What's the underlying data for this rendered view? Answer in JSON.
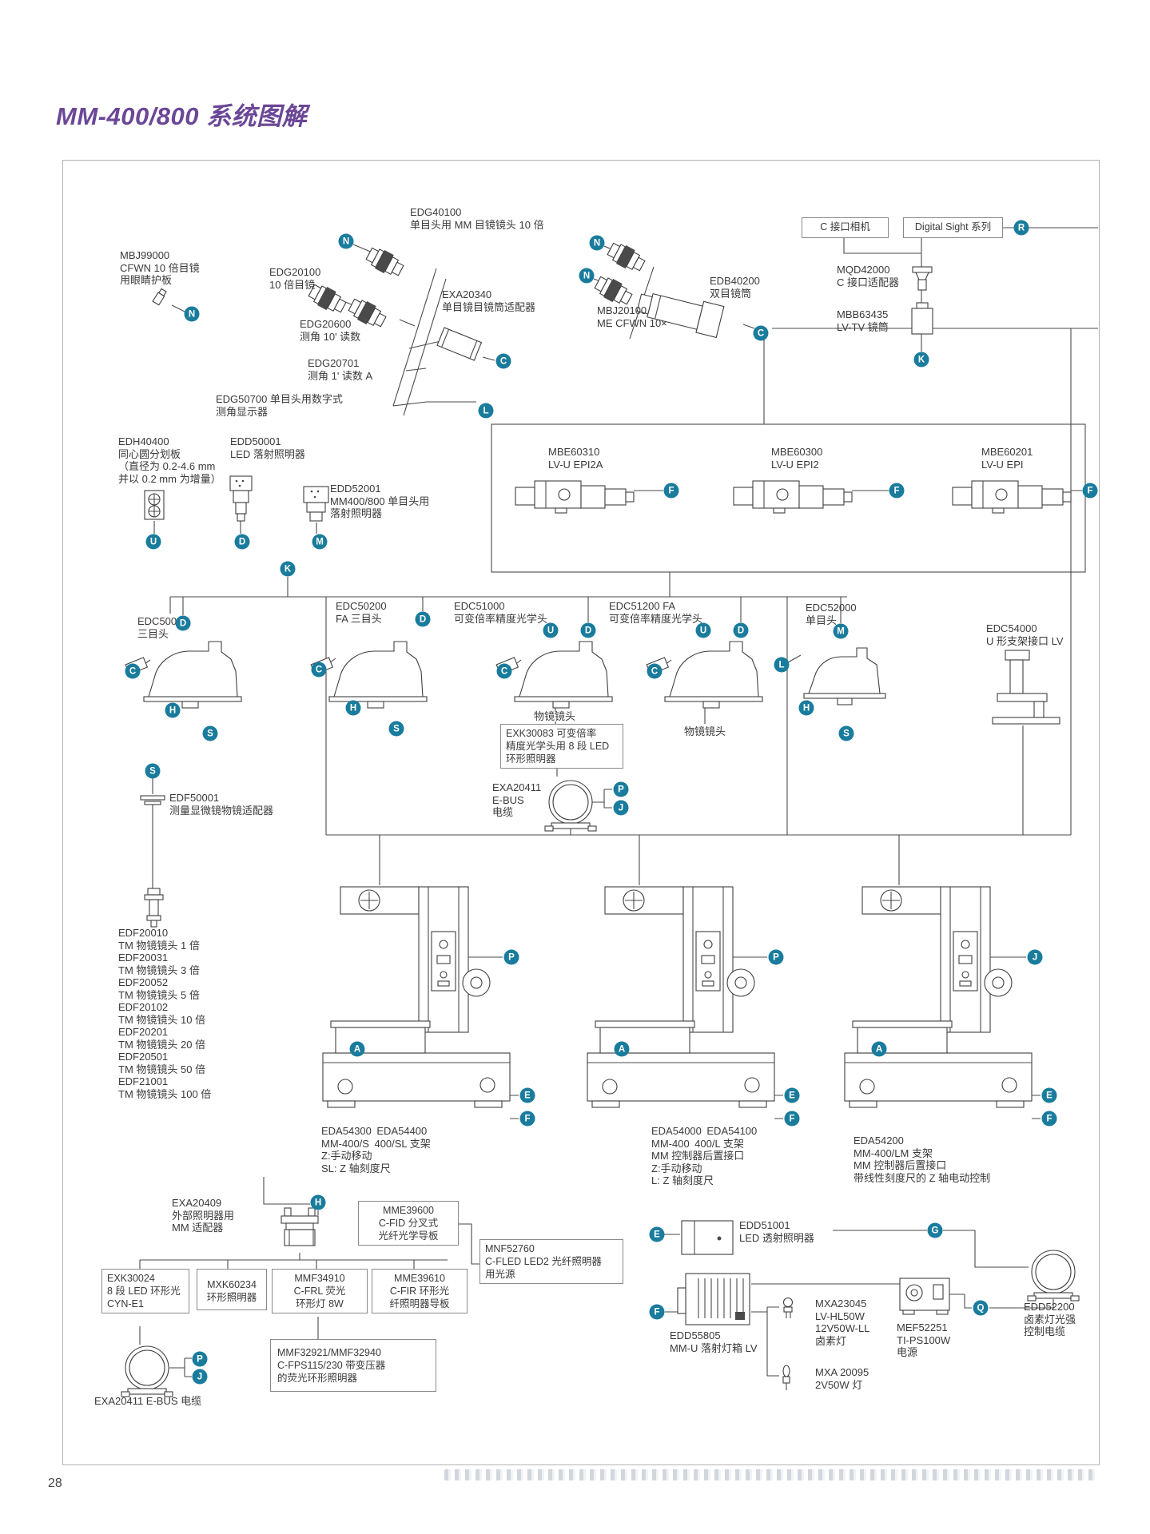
{
  "page": {
    "title": "MM-400/800 系统图解",
    "page_number": "28"
  },
  "colors": {
    "accent_purple": "#6b4796",
    "badge_teal": "#1a7c9d",
    "line": "#4a4a4a"
  },
  "badge_letters": {
    "N": "N",
    "C": "C",
    "L": "L",
    "R": "R",
    "K": "K",
    "F": "F",
    "U": "U",
    "D": "D",
    "M": "M",
    "S": "S",
    "H": "H",
    "P": "P",
    "J": "J",
    "A": "A",
    "E": "E",
    "G": "G",
    "Q": "Q"
  },
  "boxes": {
    "c_mount_camera": "C 接口相机",
    "digital_sight": "Digital Sight 系列",
    "exk30083": [
      "EXK30083 可变倍率",
      "精度光学头用 8 段 LED",
      "环形照明器"
    ],
    "mme39600": [
      "MME39600",
      "C-FID 分叉式",
      "光纤光学导板"
    ],
    "mnf52760": [
      "MNF52760",
      "C-FLED LED2 光纤照明器",
      "用光源"
    ],
    "exk30024": [
      "EXK30024",
      "8 段 LED 环形光",
      "CYN-E1"
    ],
    "mxk60234": [
      "MXK60234",
      "环形照明器"
    ],
    "mmf34910": [
      "MMF34910",
      "C-FRL 荧光",
      "环形灯 8W"
    ],
    "mme39610": [
      "MME39610",
      "C-FIR 环形光",
      "纤照明器导板"
    ],
    "mmf32921": [
      "MMF32921/MMF32940",
      "C-FPS115/230 带变压器",
      "的荧光环形照明器"
    ]
  },
  "labels": {
    "mbj99000": [
      "MBJ99000",
      "CFWN 10 倍目镜",
      "用眼睛护板"
    ],
    "edg40100": [
      "EDG40100",
      "单目头用 MM 目镜镜头 10 倍"
    ],
    "edg20100": [
      "EDG20100",
      "10 倍目镜"
    ],
    "edg20600": [
      "EDG20600",
      "测角 10' 读数"
    ],
    "exa20340": [
      "EXA20340",
      "单目镜目镜筒适配器"
    ],
    "edg20701": [
      "EDG20701",
      "测角 1' 读数 A"
    ],
    "edg50700": [
      "EDG50700 单目头用数字式",
      "测角显示器"
    ],
    "mbj20100": [
      "MBJ20100",
      "ME CFWN 10×"
    ],
    "edb40200": [
      "EDB40200",
      "双目镜筒"
    ],
    "mqd42000": [
      "MQD42000",
      "C 接口适配器"
    ],
    "mbb63435": [
      "MBB63435",
      "LV-TV 镜筒"
    ],
    "edh40400": [
      "EDH40400",
      "同心圆分划板",
      "（直径为 0.2-4.6 mm",
      "并以 0.2 mm 为增量）"
    ],
    "edd50001": [
      "EDD50001",
      "LED 落射照明器"
    ],
    "edd52001": [
      "EDD52001",
      "MM400/800 单目头用",
      "落射照明器"
    ],
    "mbe60310": [
      "MBE60310",
      "LV-U EPI2A"
    ],
    "mbe60300": [
      "MBE60300",
      "LV-U EPI2"
    ],
    "mbe60201": [
      "MBE60201",
      "LV-U EPI"
    ],
    "edc50000": [
      "EDC50000",
      "三目头"
    ],
    "edc50200": [
      "EDC50200",
      "FA 三目头"
    ],
    "edc51000": [
      "EDC51000",
      "可变倍率精度光学头"
    ],
    "edc51200": [
      "EDC51200 FA",
      "可变倍率精度光学头"
    ],
    "edc52000": [
      "EDC52000",
      "单目头"
    ],
    "edc54000": [
      "EDC54000",
      "U 形支架接口 LV"
    ],
    "objective_lens": "物镜镜头",
    "exa20411": [
      "EXA20411",
      "E-BUS",
      "电缆"
    ],
    "edf50001": [
      "EDF50001",
      "测量显微镜物镜适配器"
    ],
    "edf_objectives": [
      "EDF20010",
      "TM 物镜镜头 1 倍",
      "EDF20031",
      "TM 物镜镜头 3 倍",
      "EDF20052",
      "TM 物镜镜头 5 倍",
      "EDF20102",
      "TM 物镜镜头 10 倍",
      "EDF20201",
      "TM 物镜镜头 20 倍",
      "EDF20501",
      "TM 物镜镜头 50 倍",
      "EDF21001",
      "TM 物镜镜头 100 倍"
    ],
    "eda54300": [
      "EDA54300 EDA54400",
      "MM-400/S 400/SL 支架",
      "Z:手动移动",
      "SL: Z 轴刻度尺"
    ],
    "eda54000": [
      "EDA54000 EDA54100",
      "MM-400 400/L 支架",
      "MM 控制器后置接口",
      "Z:手动移动",
      "L: Z 轴刻度尺"
    ],
    "eda54200": [
      "EDA54200",
      "MM-400/LM 支架",
      "MM 控制器后置接口",
      "带线性刻度尺的 Z 轴电动控制"
    ],
    "exa20409": [
      "EXA20409",
      "外部照明器用",
      "MM 适配器"
    ],
    "exa20411_cable": "EXA20411 E-BUS 电缆",
    "edd51001": [
      "EDD51001",
      "LED 透射照明器"
    ],
    "edd55805": [
      "EDD55805",
      "MM-U 落射灯箱 LV"
    ],
    "mxa23045": [
      "MXA23045",
      "LV-HL50W",
      "12V50W-LL",
      "卤素灯"
    ],
    "mef52251": [
      "MEF52251",
      "TI-PS100W",
      "电源"
    ],
    "mxa20095": [
      "MXA 20095",
      "2V50W 灯"
    ],
    "edd52200": [
      "EDD52200",
      "卤素灯光强",
      "控制电缆"
    ]
  }
}
